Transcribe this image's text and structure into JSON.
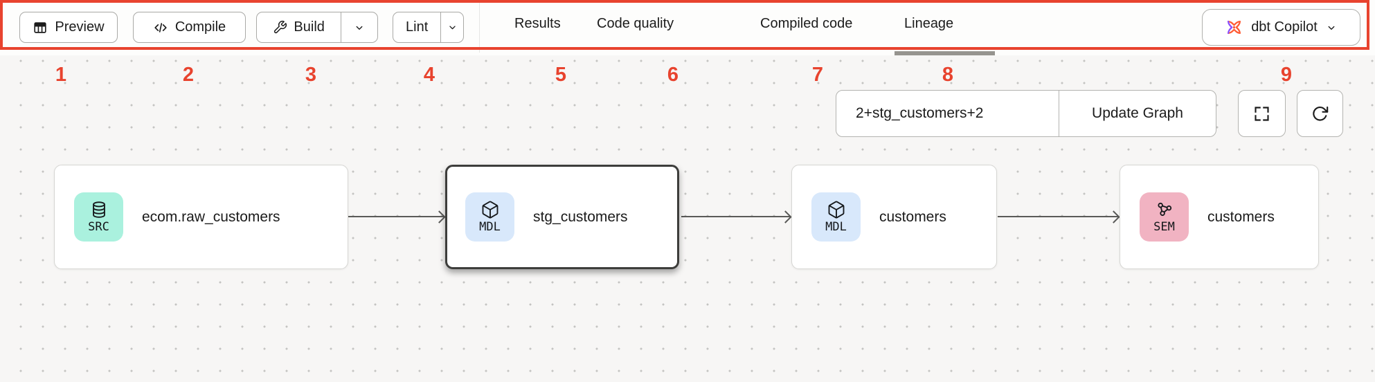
{
  "toolbar": {
    "preview_label": "Preview",
    "compile_label": "Compile",
    "build_label": "Build",
    "lint_label": "Lint",
    "tabs": [
      "Results",
      "Code quality",
      "Compiled code",
      "Lineage"
    ],
    "active_tab": "Lineage",
    "copilot_label": "dbt Copilot"
  },
  "annotations": [
    "1",
    "2",
    "3",
    "4",
    "5",
    "6",
    "7",
    "8",
    "9"
  ],
  "lineage_controls": {
    "model_selector_value": "2+stg_customers+2",
    "update_graph_label": "Update Graph"
  },
  "graph": {
    "nodes": [
      {
        "type": "SRC",
        "label": "ecom.raw_customers",
        "icon": "database-icon",
        "selected": false
      },
      {
        "type": "MDL",
        "label": "stg_customers",
        "icon": "model-cube-icon",
        "selected": true
      },
      {
        "type": "MDL",
        "label": "customers",
        "icon": "model-cube-icon",
        "selected": false
      },
      {
        "type": "SEM",
        "label": "customers",
        "icon": "semantic-graph-icon",
        "selected": false
      }
    ]
  },
  "icons": {
    "preview": "table-icon",
    "compile": "code-brackets-icon",
    "build": "wrench-icon",
    "dropdowns": "chevron-down-icon",
    "copilot": "dbt-logo-icon",
    "canvas_top_right": [
      "fullscreen-icon",
      "refresh-icon"
    ]
  },
  "colors": {
    "annotation_red": "#e8432e",
    "src_badge": "#aaf1de",
    "mdl_badge": "#d8e8fb",
    "sem_badge": "#f1b3c2",
    "dbt_orange": "#ff5c35",
    "dbt_purple": "#8a4fff",
    "canvas_bg": "#f7f6f5"
  }
}
